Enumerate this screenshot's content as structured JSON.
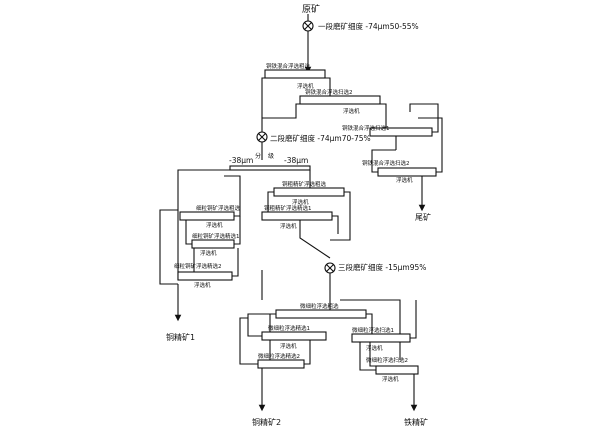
{
  "diagram": {
    "feed": "原矿",
    "grind1": "一段磨矿细度 -74μm50-55%",
    "grind2": "二段磨矿细度 -74μm70-75%",
    "grind3": "三段磨矿细度 -15μm95%",
    "split_left": "-38μm",
    "split_mid": "分",
    "split_mid2": "级",
    "split_right": "-38μm",
    "cell_rough1": "铜铁混合浮选粗选",
    "cell_rough1_sub": "浮选机",
    "cell_scav1": "铜铁混合浮选扫选2",
    "cell_scav1_sub": "浮选机",
    "cell_scav2": "铜铁混合浮选扫选1",
    "cell_scav3": "铜铁混合浮选扫选2",
    "cell_scav3_sub": "浮选机",
    "cell_cu_rough": "铜粗精矿浮选粗选",
    "cell_cu_rough_sub": "浮选机",
    "cell_cu_clean1": "铜粗精矿浮选精选1",
    "cell_cu_clean1_sub": "浮选机",
    "cell_fine_rough": "细粒铜矿浮选粗选",
    "cell_fine_rough_sub": "浮选机",
    "cell_fine_clean1": "细粒铜矿浮选精选1",
    "cell_fine_clean1_sub": "浮选机",
    "cell_fine_clean2": "细粒铜矿浮选精选2",
    "cell_fine_clean2_sub": "浮选机",
    "cell_l_clean1": "细粒铜矿浮选精选1",
    "cell_l_clean2": "细粒铜矿浮选精选2",
    "cell_l_clean2_sub": "浮选机",
    "cell_f_rough": "微细粒浮选粗选",
    "cell_f_clean1": "微细粒浮选精选1",
    "cell_f_clean2": "微细粒浮选精选2",
    "cell_f_scav1": "微细粒浮选扫选1",
    "cell_f_scav2": "微细粒浮选扫选2",
    "cell_f_sub": "浮选机",
    "tailings": "尾矿",
    "cu_conc1": "铜精矿1",
    "cu_conc2": "铜精矿2",
    "fe_conc": "铁精矿"
  }
}
